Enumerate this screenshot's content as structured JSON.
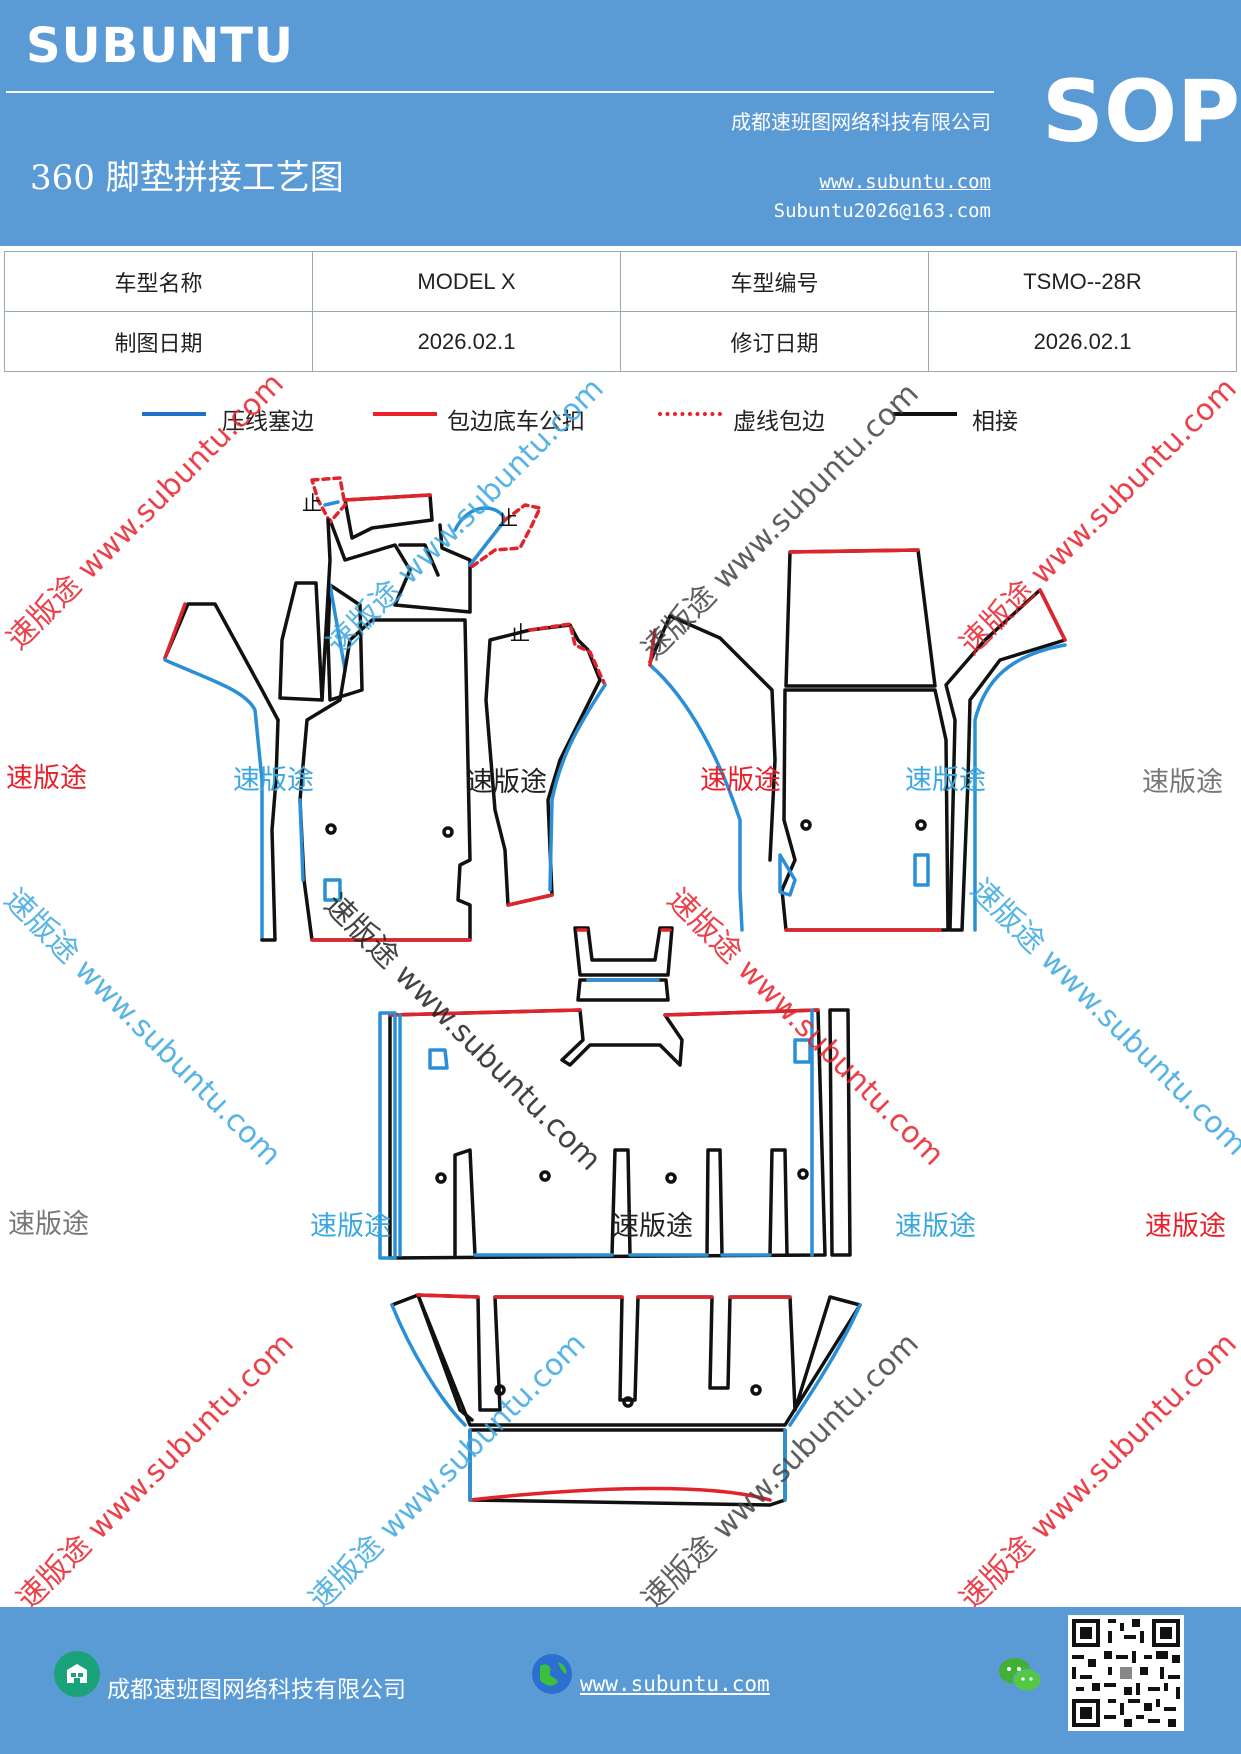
{
  "header": {
    "brand": "SUBUNTU",
    "company": "成都速班图网络科技有限公司",
    "title": "360 脚垫拼接工艺图",
    "website": "www.subuntu.com",
    "email": "Subuntu2026@163.com",
    "sop": "SOP"
  },
  "info": {
    "model_name_label": "车型名称",
    "model_name_value": "MODEL X",
    "model_code_label": "车型编号",
    "model_code_value": "TSMO--28R",
    "draw_date_label": "制图日期",
    "draw_date_value": "2026.02.1",
    "revise_date_label": "修订日期",
    "revise_date_value": "2026.02.1"
  },
  "legend": [
    {
      "label": "压线塞边",
      "color": "#1f6fc6",
      "style": "solid"
    },
    {
      "label": "包边底车公扣",
      "color": "#e8212b",
      "style": "solid"
    },
    {
      "label": "虚线包边",
      "color": "#e8212b",
      "style": "dashed"
    },
    {
      "label": "相接",
      "color": "#111111",
      "style": "solid"
    }
  ],
  "diagram": {
    "stop_mark": "止",
    "colors": {
      "blue": "#2b8fd6",
      "red": "#e0242c",
      "black": "#111111"
    }
  },
  "watermarks": {
    "brand": "速版途",
    "url": "www.subuntu.com",
    "combined": "速版途 www.subuntu.com",
    "colors": {
      "red": "#e8212b",
      "blue": "#3aa8e0",
      "gray": "#777777",
      "black": "#222222"
    }
  },
  "footer": {
    "company": "成都速班图网络科技有限公司",
    "website": "www.subuntu.com",
    "icons": [
      "building-icon",
      "globe-icon",
      "wechat-icon",
      "qr-code"
    ]
  }
}
